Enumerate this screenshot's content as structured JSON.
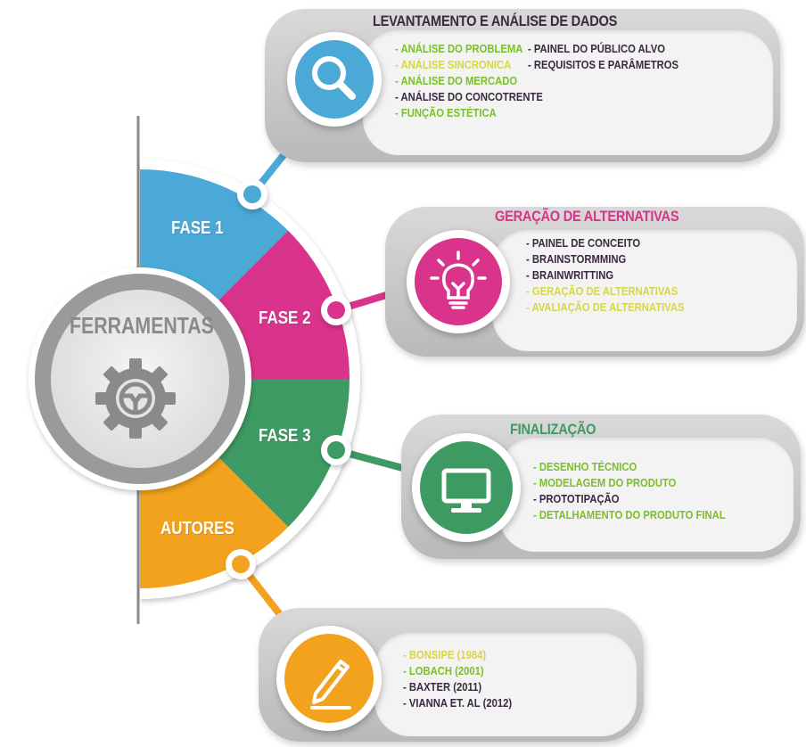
{
  "center": {
    "title": "FERRAMENTAS",
    "icon": "gear-icon"
  },
  "phases": [
    {
      "label": "FASE 1",
      "color": "#4aa9d6"
    },
    {
      "label": "FASE 2",
      "color": "#d9338b"
    },
    {
      "label": "FASE 3",
      "color": "#3e9a63"
    },
    {
      "label": "AUTORES",
      "color": "#f2a21d"
    }
  ],
  "boxes": {
    "fase1": {
      "title": "LEVANTAMENTO  E ANÁLISE DE DADOS",
      "icon": "magnifier-icon",
      "col1": [
        {
          "text": "- ANÁLISE DO PROBLEMA",
          "color": "#7bbf2a"
        },
        {
          "text": "- ANÁLISE SINCRONICA",
          "color": "#d7d64a"
        },
        {
          "text": "- ANÁLISE DO MERCADO",
          "color": "#7bbf2a"
        },
        {
          "text": "- ANÁLISE DO CONCOTRENTE",
          "color": "#3a2a3e"
        },
        {
          "text": "- FUNÇÃO ESTÉTICA",
          "color": "#7bbf2a"
        }
      ],
      "col2": [
        {
          "text": "- PAINEL DO PÚBLICO ALVO",
          "color": "#3a2a3e"
        },
        {
          "text": "- REQUISITOS E PARÂMETROS",
          "color": "#3a2a3e"
        }
      ]
    },
    "fase2": {
      "title": "GERAÇÃO DE ALTERNATIVAS",
      "icon": "lightbulb-icon",
      "items": [
        {
          "text": "- PAINEL DE CONCEITO",
          "color": "#3a2a3e"
        },
        {
          "text": "- BRAINSTORMMING",
          "color": "#3a2a3e"
        },
        {
          "text": "- BRAINWRITTING",
          "color": "#3a2a3e"
        },
        {
          "text": "- GERAÇÃO DE ALTERNATIVAS",
          "color": "#d7d64a"
        },
        {
          "text": "- AVALIAÇÃO DE ALTERNATIVAS",
          "color": "#d7d64a"
        }
      ]
    },
    "fase3": {
      "title": "FINALIZAÇÃO",
      "icon": "monitor-icon",
      "items": [
        {
          "text": "- DESENHO TÉCNICO",
          "color": "#7bbf2a"
        },
        {
          "text": "- MODELAGEM DO PRODUTO",
          "color": "#7bbf2a"
        },
        {
          "text": "- PROTOTIPAÇÃO",
          "color": "#3a2a3e"
        },
        {
          "text": "- DETALHAMENTO DO PRODUTO FINAL",
          "color": "#7bbf2a"
        }
      ]
    },
    "autores": {
      "icon": "pencil-icon",
      "items": [
        {
          "text": "- BONSIPE (1984)",
          "color": "#d7d64a"
        },
        {
          "text": "- LOBACH (2001)",
          "color": "#7bbf2a"
        },
        {
          "text": "- BAXTER (2011)",
          "color": "#3a2a3e"
        },
        {
          "text": "- VIANNA ET. AL (2012)",
          "color": "#3a2a3e"
        }
      ]
    }
  },
  "colors": {
    "title_fase1": "#3a2a3e",
    "title_fase2": "#d9338b",
    "title_fase3": "#3e9a63",
    "connector_fase1": "#4aa9d6",
    "connector_fase2": "#d9338b",
    "connector_fase3": "#3e9a63",
    "connector_autores": "#f2a21d",
    "center_ring": "#9a9a9a",
    "center_text": "#8a8a8a"
  }
}
